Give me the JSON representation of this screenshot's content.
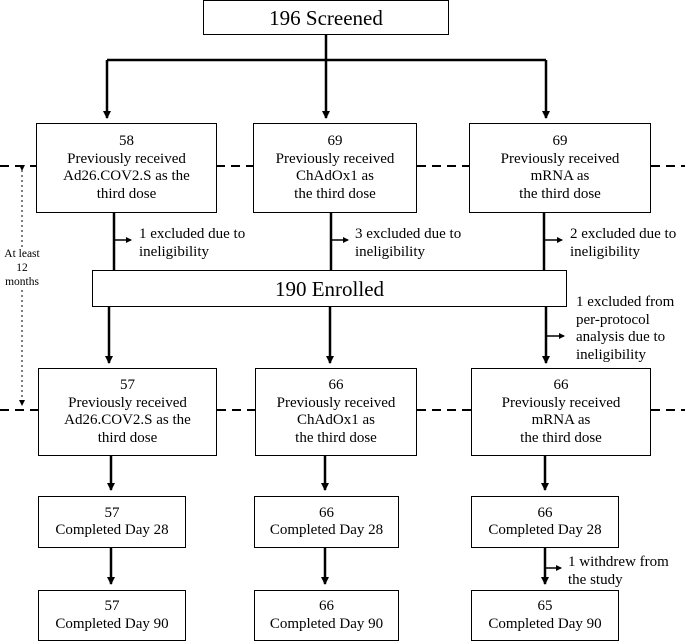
{
  "screened": "196 Screened",
  "enrolled": "190 Enrolled",
  "follow_up": [
    "At least",
    "12",
    "months"
  ],
  "groups": [
    {
      "stage1": [
        "58",
        "Previously received",
        "Ad26.COV2.S as the",
        "third dose"
      ],
      "excluded": [
        "1 excluded due to",
        "ineligibility"
      ],
      "stage2": [
        "57",
        "Previously received",
        "Ad26.COV2.S as the",
        "third dose"
      ],
      "day28": [
        "57",
        "Completed Day 28"
      ],
      "day90": [
        "57",
        "Completed Day 90"
      ]
    },
    {
      "stage1": [
        "69",
        "Previously received",
        "ChAdOx1 as",
        "the third dose"
      ],
      "excluded": [
        "3 excluded due to",
        "ineligibility"
      ],
      "stage2": [
        "66",
        "Previously received",
        "ChAdOx1 as",
        "the third dose"
      ],
      "day28": [
        "66",
        "Completed Day 28"
      ],
      "day90": [
        "66",
        "Completed Day 90"
      ]
    },
    {
      "stage1": [
        "69",
        "Previously received",
        "mRNA as",
        "the third dose"
      ],
      "excluded": [
        "2 excluded due to",
        "ineligibility"
      ],
      "per_protocol": [
        "1 excluded from",
        "per-protocol",
        "analysis due to",
        "ineligibility"
      ],
      "stage2": [
        "66",
        "Previously received",
        "mRNA as",
        "the third dose"
      ],
      "day28": [
        "66",
        "Completed Day 28"
      ],
      "withdrew": [
        "1 withdrew from",
        "the study"
      ],
      "day90": [
        "65",
        "Completed Day 90"
      ]
    }
  ]
}
